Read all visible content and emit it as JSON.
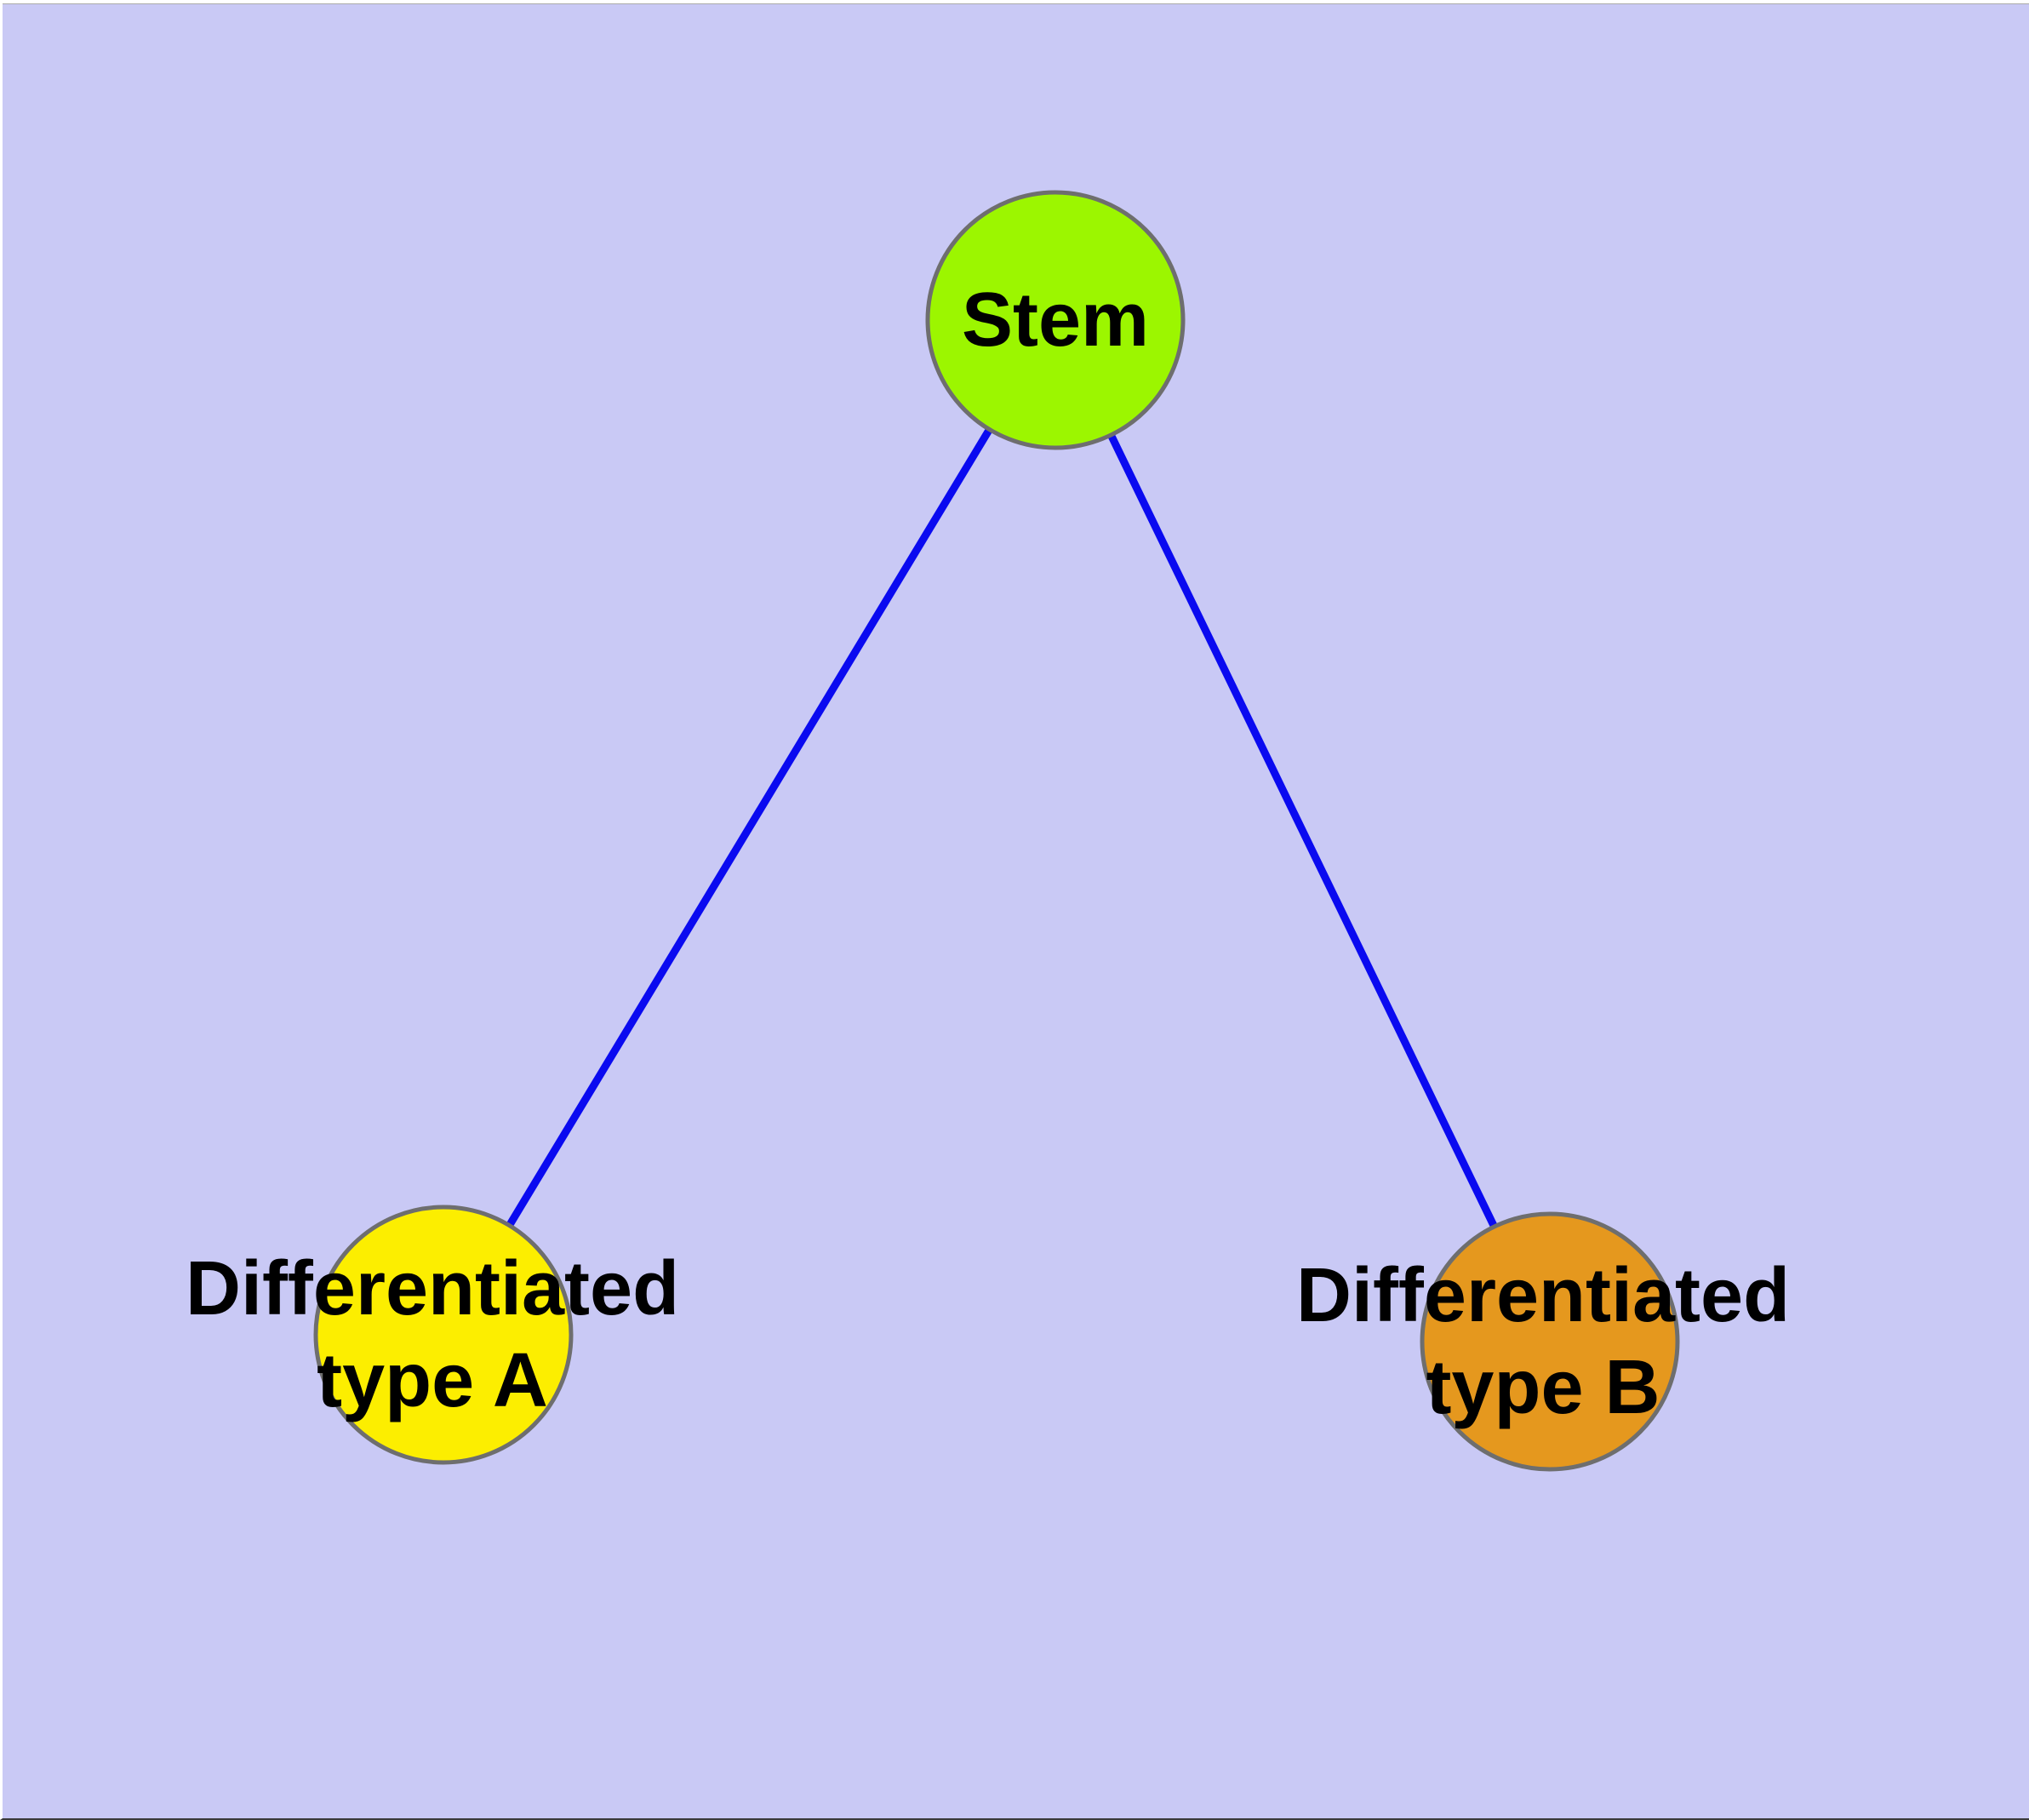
{
  "diagram": {
    "background_color": "#c9c9f5",
    "edge_color": "#0a0af0",
    "node_border_color": "#6e6e6e",
    "label_color": "#000000",
    "nodes": [
      {
        "id": "stem",
        "label": "Stem",
        "lines": [
          "Stem"
        ],
        "fill_color": "#9cf600"
      },
      {
        "id": "differentiated-type-a",
        "label": "Differentiated type A",
        "lines": [
          "Differentiated",
          "type A"
        ],
        "fill_color": "#fcee00"
      },
      {
        "id": "differentiated-type-b",
        "label": "Differentiated type B",
        "lines": [
          "Differentiated",
          "type B"
        ],
        "fill_color": "#e5981e"
      }
    ],
    "edges": [
      {
        "from": "stem",
        "to": "differentiated-type-a"
      },
      {
        "from": "stem",
        "to": "differentiated-type-b"
      }
    ]
  }
}
